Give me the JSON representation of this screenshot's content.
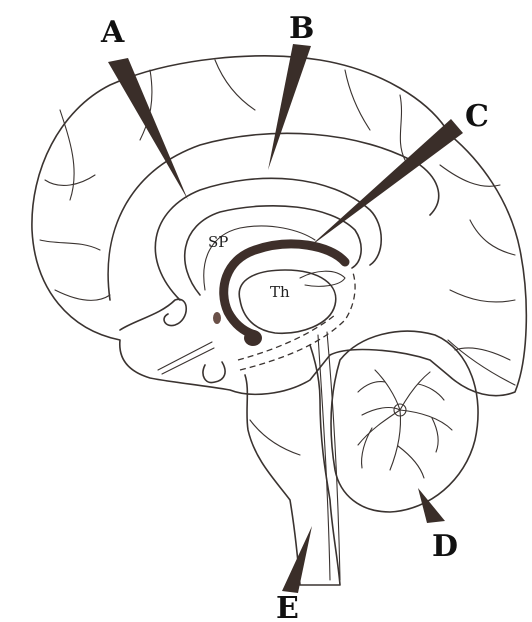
{
  "labels": {
    "a": "A",
    "b": "B",
    "c": "C",
    "d": "D",
    "e": "E",
    "sp": "SP",
    "th": "Th"
  },
  "colors": {
    "line": "#3a3330",
    "pointer": "#3a2e29",
    "structure_dark": "#4a3a35",
    "background": "#ffffff"
  }
}
